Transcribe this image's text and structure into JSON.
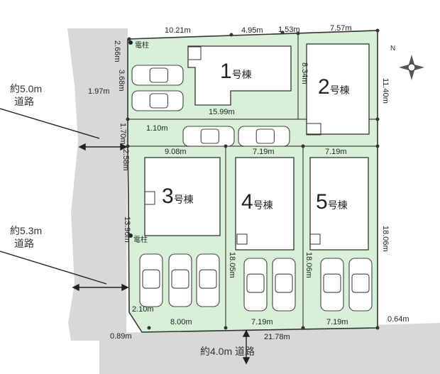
{
  "buildings": [
    {
      "num": "1",
      "suffix": "号棟"
    },
    {
      "num": "2",
      "suffix": "号棟"
    },
    {
      "num": "3",
      "suffix": "号棟"
    },
    {
      "num": "4",
      "suffix": "号棟"
    },
    {
      "num": "5",
      "suffix": "号棟"
    }
  ],
  "roads": {
    "west_upper_l1": "約5.0m",
    "west_upper_l2": "道路",
    "west_lower_l1": "約5.3m",
    "west_lower_l2": "道路",
    "south": "約4.0m 道路"
  },
  "pole_label": "電柱",
  "dimensions": {
    "top_a": "10.21m",
    "top_b": "4.95m",
    "top_c": "1.53m",
    "top_d": "7.57m",
    "left_a": "2.66m",
    "left_b": "3.68m",
    "left_c": "1.97m",
    "right_2": "11.40m",
    "lot2_left": "8.34m",
    "mid_row": "15.99m",
    "drive_v": "1.70m",
    "drive_h": "1.10m",
    "left_d": "2.58m",
    "row3_a": "9.08m",
    "row3_b": "7.19m",
    "row3_c": "7.19m",
    "lot3_left": "13.96m",
    "lot4_left": "18.05m",
    "lot5_left": "18.06m",
    "right_5": "18.06m",
    "bottom_corner_v": "2.10m",
    "bottom_a": "8.00m",
    "bottom_b": "7.19m",
    "bottom_c": "7.19m",
    "bottom_total": "21.78m",
    "bottom_left": "0.89m",
    "bottom_right": "0.64m"
  },
  "colors": {
    "lot_fill": "#d9f0d8",
    "building_fill": "#ffffff",
    "road_fill": "#d8d8d8",
    "line": "#333333"
  },
  "compass_icon": "compass-rose-icon"
}
